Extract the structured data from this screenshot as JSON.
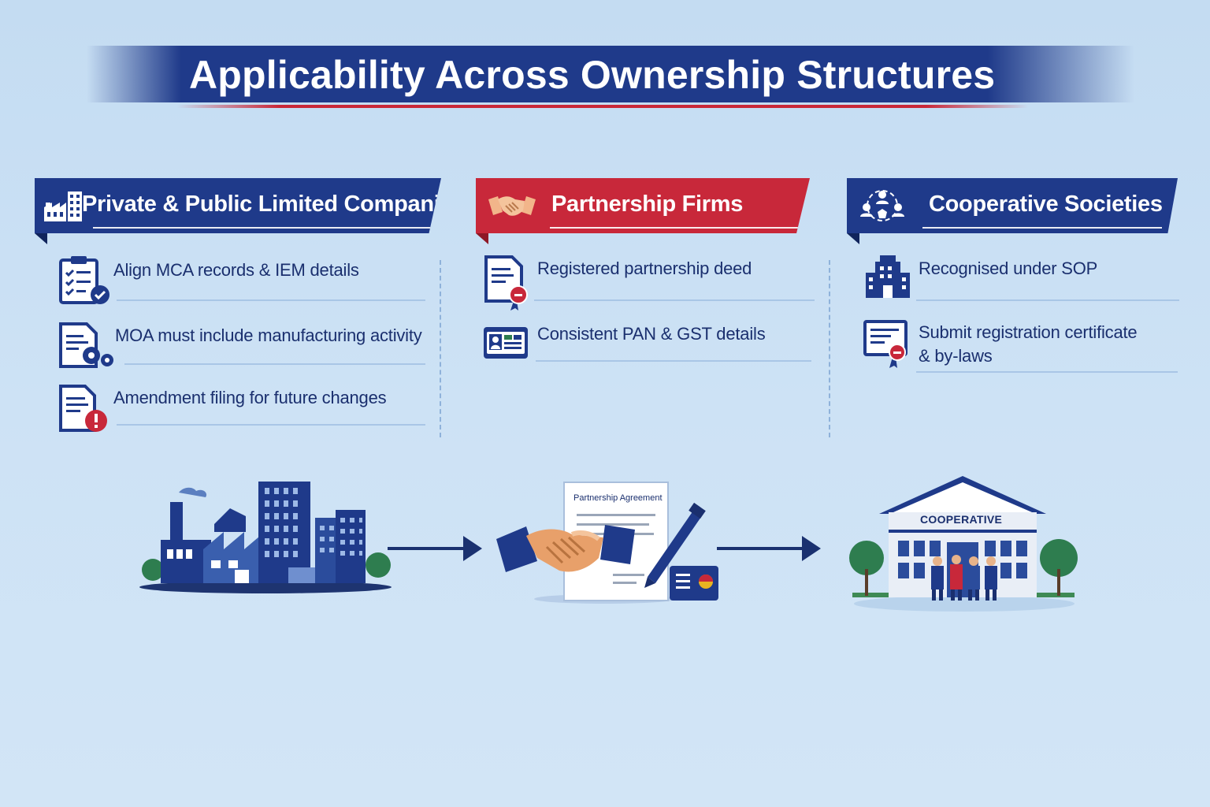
{
  "title": "Applicability Across Ownership Structures",
  "colors": {
    "navy": "#1f3a8a",
    "red": "#c8283a",
    "background": "#c8dff4",
    "text": "#1a2f6e"
  },
  "columns": [
    {
      "header": "Private & Public Limited Companies",
      "header_icon": "factory-building-icon",
      "items": [
        {
          "text": "Align MCA records & IEM details",
          "icon": "checklist-clipboard-icon"
        },
        {
          "text": "MOA must include manufacturing activity",
          "icon": "document-gear-icon"
        },
        {
          "text": "Amendment filing for future changes",
          "icon": "document-alert-icon"
        }
      ]
    },
    {
      "header": "Partnership Firms",
      "header_icon": "handshake-icon",
      "items": [
        {
          "text": "Registered partnership deed",
          "icon": "certificate-document-icon"
        },
        {
          "text": "Consistent PAN & GST details",
          "icon": "id-card-icon"
        }
      ]
    },
    {
      "header": "Cooperative Societies",
      "header_icon": "people-network-icon",
      "items": [
        {
          "text": "Recognised under SOP",
          "icon": "office-building-icon"
        },
        {
          "text_line1": "Submit registration certificate",
          "text_line2": "& by-laws",
          "icon": "certificate-seal-icon"
        }
      ]
    }
  ],
  "illustrations": {
    "industrial": {
      "icon": "industrial-city-icon"
    },
    "partnership": {
      "icon": "partnership-agreement-icon",
      "document_title": "Partnership Agreement"
    },
    "cooperative": {
      "icon": "cooperative-building-icon",
      "sign_text": "COOPERATIVE"
    }
  }
}
